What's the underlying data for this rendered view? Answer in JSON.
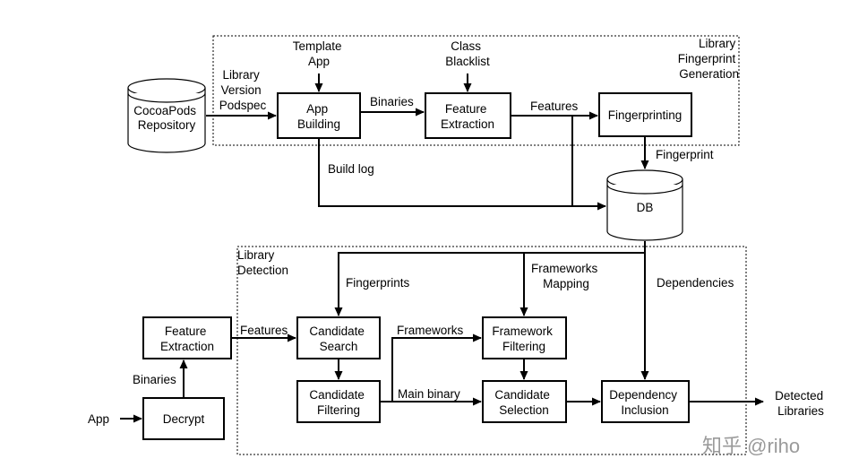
{
  "regions": {
    "generation": [
      "Library",
      "Fingerprint",
      "Generation"
    ],
    "detection": [
      "Library",
      "Detection"
    ]
  },
  "nodes": {
    "cocoapods": [
      "CocoaPods",
      "Repository"
    ],
    "db": "DB",
    "app_building": [
      "App",
      "Building"
    ],
    "feature_extraction_top": [
      "Feature",
      "Extraction"
    ],
    "fingerprinting": "Fingerprinting",
    "feature_extraction_bottom": [
      "Feature",
      "Extraction"
    ],
    "decrypt": "Decrypt",
    "candidate_search": [
      "Candidate",
      "Search"
    ],
    "candidate_filtering": [
      "Candidate",
      "Filtering"
    ],
    "framework_filtering": [
      "Framework",
      "Filtering"
    ],
    "candidate_selection": [
      "Candidate",
      "Selection"
    ],
    "dependency_inclusion": [
      "Dependency",
      "Inclusion"
    ]
  },
  "labels": {
    "template_app": [
      "Template",
      "App"
    ],
    "class_blacklist": [
      "Class",
      "Blacklist"
    ],
    "library_version_podspec": [
      "Library",
      "Version",
      "Podspec"
    ],
    "binaries_top": "Binaries",
    "features_top": "Features",
    "fingerprint": "Fingerprint",
    "build_log": "Build log",
    "fingerprints": "Fingerprints",
    "frameworks_mapping": [
      "Frameworks",
      "Mapping"
    ],
    "dependencies": "Dependencies",
    "features_bottom": "Features",
    "frameworks": "Frameworks",
    "main_binary": "Main binary",
    "binaries_bottom": "Binaries",
    "app": "App",
    "detected_libraries": [
      "Detected",
      "Libraries"
    ]
  },
  "watermark": "知乎 @riho"
}
